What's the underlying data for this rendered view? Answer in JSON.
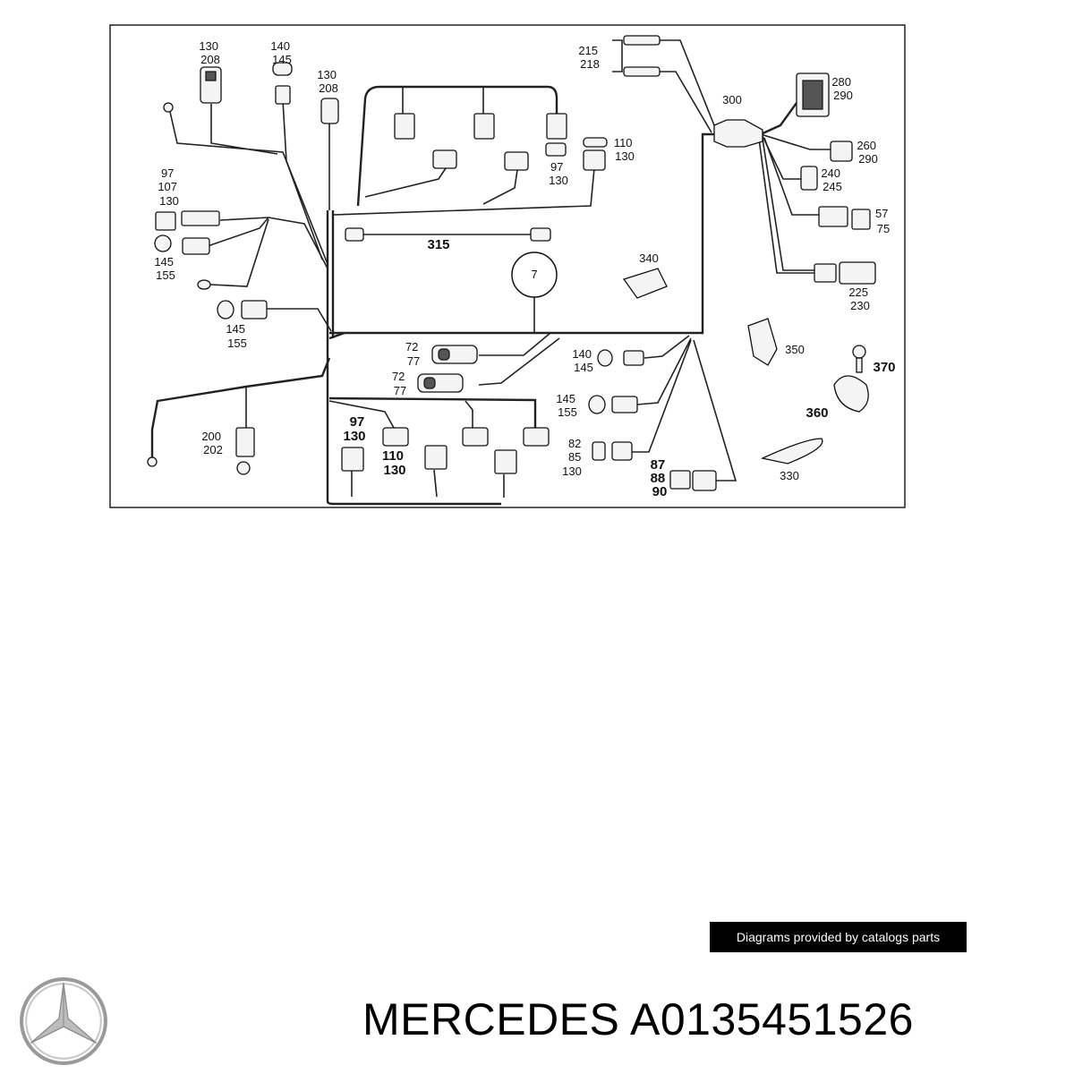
{
  "diagram": {
    "callouts": [
      {
        "id": "c1",
        "lines": [
          "130",
          "208"
        ]
      },
      {
        "id": "c2",
        "lines": [
          "140",
          "145"
        ]
      },
      {
        "id": "c3",
        "lines": [
          "130",
          "208"
        ]
      },
      {
        "id": "c4",
        "lines": [
          "215",
          "218"
        ]
      },
      {
        "id": "c5",
        "lines": [
          "300"
        ]
      },
      {
        "id": "c6",
        "lines": [
          "280",
          "290"
        ]
      },
      {
        "id": "c7",
        "lines": [
          "260",
          "290"
        ]
      },
      {
        "id": "c8",
        "lines": [
          "240",
          "245"
        ]
      },
      {
        "id": "c9",
        "lines": [
          "57",
          "75"
        ]
      },
      {
        "id": "c10",
        "lines": [
          "225",
          "230"
        ]
      },
      {
        "id": "c11",
        "lines": [
          "110",
          "130"
        ]
      },
      {
        "id": "c12",
        "lines": [
          "97",
          "130"
        ]
      },
      {
        "id": "c13",
        "lines": [
          "97",
          "107",
          "130"
        ]
      },
      {
        "id": "c14",
        "lines": [
          "145",
          "155"
        ]
      },
      {
        "id": "c15",
        "lines": [
          "315"
        ]
      },
      {
        "id": "c16",
        "lines": [
          "7"
        ]
      },
      {
        "id": "c17",
        "lines": [
          "340"
        ]
      },
      {
        "id": "c18",
        "lines": [
          "145",
          "155"
        ]
      },
      {
        "id": "c19",
        "lines": [
          "72",
          "77"
        ]
      },
      {
        "id": "c20",
        "lines": [
          "72",
          "77"
        ]
      },
      {
        "id": "c21",
        "lines": [
          "140",
          "145"
        ]
      },
      {
        "id": "c22",
        "lines": [
          "350"
        ]
      },
      {
        "id": "c23",
        "lines": [
          "370"
        ]
      },
      {
        "id": "c24",
        "lines": [
          "360"
        ]
      },
      {
        "id": "c25",
        "lines": [
          "145",
          "155"
        ]
      },
      {
        "id": "c26",
        "lines": [
          "82",
          "85",
          "130"
        ]
      },
      {
        "id": "c27",
        "lines": [
          "87",
          "88",
          "90"
        ]
      },
      {
        "id": "c28",
        "lines": [
          "330"
        ]
      },
      {
        "id": "c29",
        "lines": [
          "200",
          "202"
        ]
      },
      {
        "id": "c30",
        "lines": [
          "97",
          "130"
        ]
      },
      {
        "id": "c31",
        "lines": [
          "110",
          "130"
        ]
      }
    ]
  },
  "credit": {
    "text": "Diagrams provided by catalogs parts"
  },
  "title": {
    "brand": "MERCEDES",
    "part_number": "A0135451526",
    "logo_icon": "mercedes-star-icon"
  }
}
